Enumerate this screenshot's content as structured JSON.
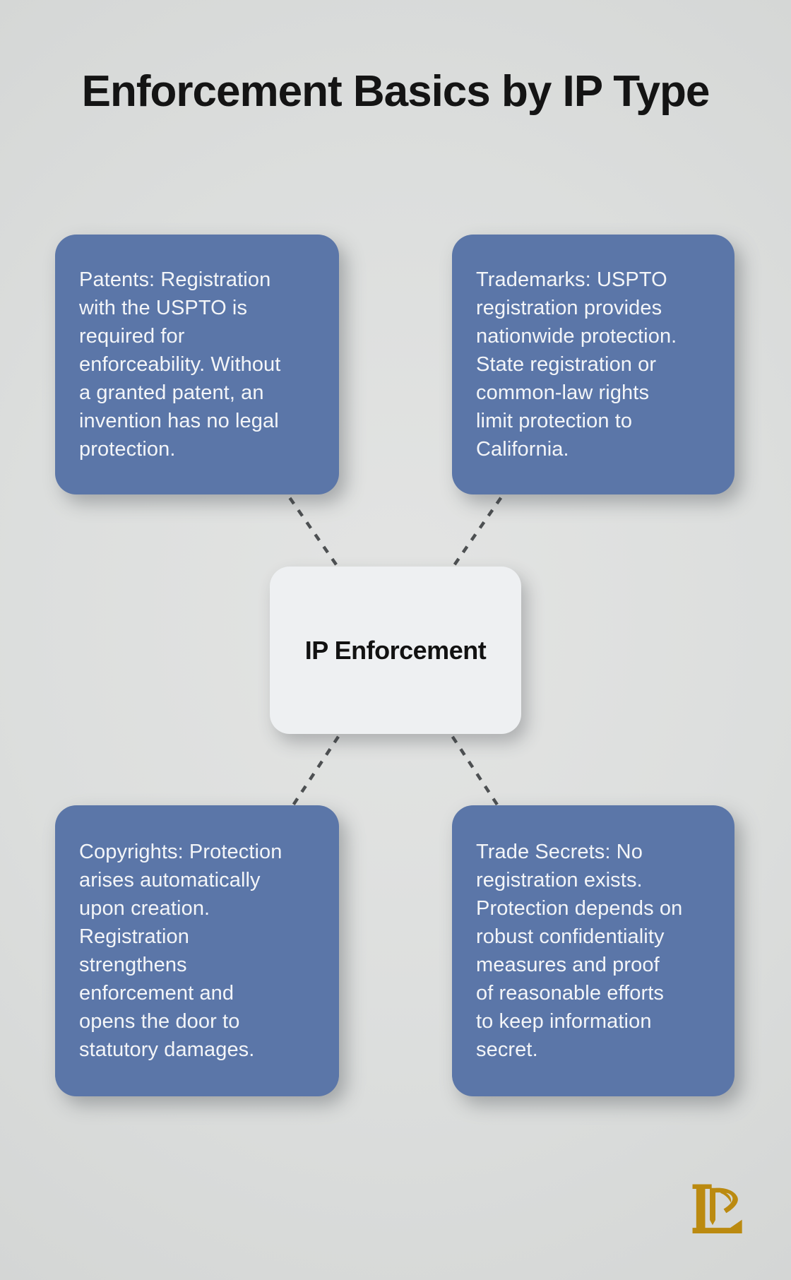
{
  "title": "Enforcement Basics by IP Type",
  "center_node": {
    "label": "IP Enforcement"
  },
  "branches": {
    "patents": {
      "text": "Patents: Registration\nwith the USPTO is\nrequired for\nenforceability. Without\na granted patent, an\ninvention has no legal\nprotection."
    },
    "trademarks": {
      "text": "Trademarks: USPTO\nregistration provides\nnationwide protection.\nState registration or\ncommon-law rights\nlimit protection to\nCalifornia."
    },
    "copyrights": {
      "text": "Copyrights: Protection\narises automatically\nupon creation.\nRegistration\nstrengthens\nenforcement and\nopens the door to\nstatutory damages."
    },
    "trade_secrets": {
      "text": "Trade Secrets: No\nregistration exists.\nProtection depends on\nrobust confidentiality\nmeasures and proof\nof reasonable efforts\nto keep information\nsecret."
    }
  },
  "logo": {
    "name": "LP monogram",
    "color": "#bb8a10"
  },
  "colors": {
    "background": "#dcdedd",
    "card_blue": "#5b76a8",
    "card_light": "#eef0f2",
    "text_on_blue": "#f3f5f8",
    "title_text": "#141414",
    "connector_gray": "#4d5052",
    "logo_gold": "#bb8a10"
  }
}
